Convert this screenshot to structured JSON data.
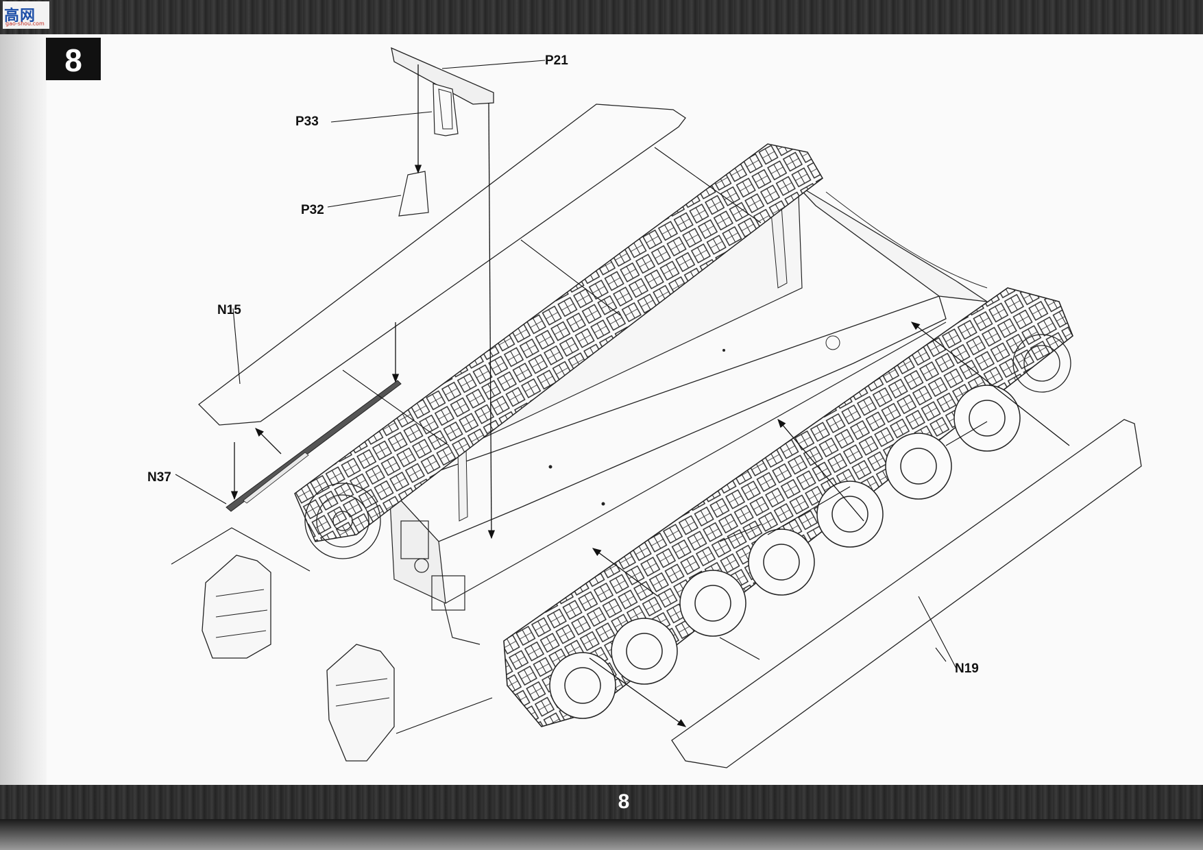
{
  "logo": {
    "main": "高网",
    "sub": "gao-shou.com"
  },
  "step": {
    "number": "8"
  },
  "footer": {
    "page_number": "8"
  },
  "parts": {
    "p21": "P21",
    "p33": "P33",
    "p32": "P32",
    "n15": "N15",
    "n37": "N37",
    "n19": "N19"
  }
}
